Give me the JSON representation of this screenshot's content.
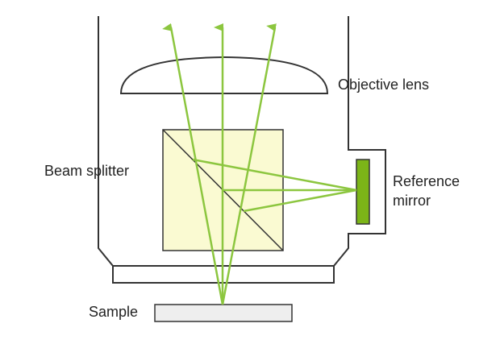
{
  "labels": {
    "objective_lens": "Objective lens",
    "beam_splitter": "Beam splitter",
    "reference_mirror_line1": "Reference",
    "reference_mirror_line2": "mirror",
    "sample": "Sample"
  },
  "colors": {
    "beam": "#8cc63f",
    "splitter_fill": "#fafad2",
    "mirror_fill": "#7cb518",
    "outline": "#333333",
    "sample_fill": "#eeeeee"
  }
}
